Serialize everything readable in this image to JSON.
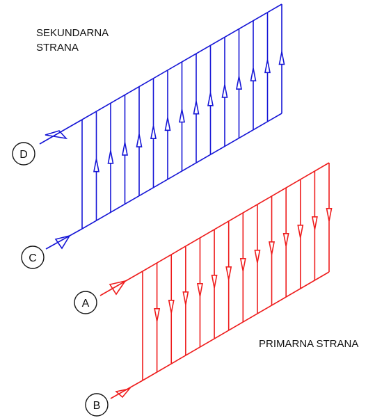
{
  "labels": {
    "secondary_line1": "SEKUNDARNA",
    "secondary_line2": "STRANA",
    "primary": "PRIMARNA STRANA"
  },
  "ports": {
    "a": "A",
    "b": "B",
    "c": "C",
    "d": "D"
  },
  "colors": {
    "secondary": "#1515d6",
    "primary": "#ee1c1c",
    "circle_stroke": "#111111"
  }
}
